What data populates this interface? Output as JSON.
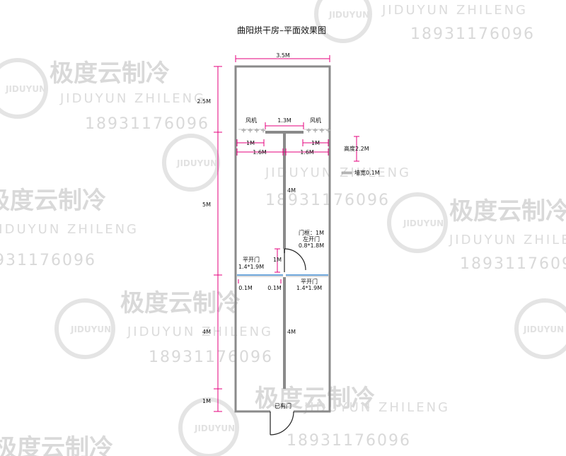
{
  "title": "曲阳烘干房–平面效果图",
  "dims": {
    "width_total": "3.5M",
    "h_top": "2.5M",
    "h_mid": "5M",
    "h_lower": "4M",
    "h_bottom": "1M",
    "fan_gap": "1.3M",
    "fan_left_1m": "1M",
    "fan_right_1m": "1M",
    "span_left": "1.6M",
    "span_right": "1.6M",
    "wall_upper": "4M",
    "wall_lower": "4M",
    "door_side": "1M",
    "side_left": "0.1M",
    "side_mid": "0.1M"
  },
  "labels": {
    "fan_left": "风机",
    "fan_right": "风机",
    "height": "高度2.2M",
    "wall_legend": "墙宽0.1M",
    "door_frame_1": "门框：1M",
    "door_frame_2": "左开门",
    "door_frame_3": "0.8*1.8M",
    "slide_left_1": "平开门",
    "slide_left_2": "1.4*1.9M",
    "slide_right_1": "平开门",
    "slide_right_2": "1.4*1.9M",
    "existing_door": "已有门"
  },
  "watermark": {
    "brand_cn": "极度云制冷",
    "brand_en": "JIDUYUN ZHILENG",
    "phone": "18931176096",
    "logo": "JIDUYUN"
  },
  "colors": {
    "dim_line": "#e6007e",
    "wall": "#8a8a8a",
    "door_glass": "#6fa8dc"
  }
}
